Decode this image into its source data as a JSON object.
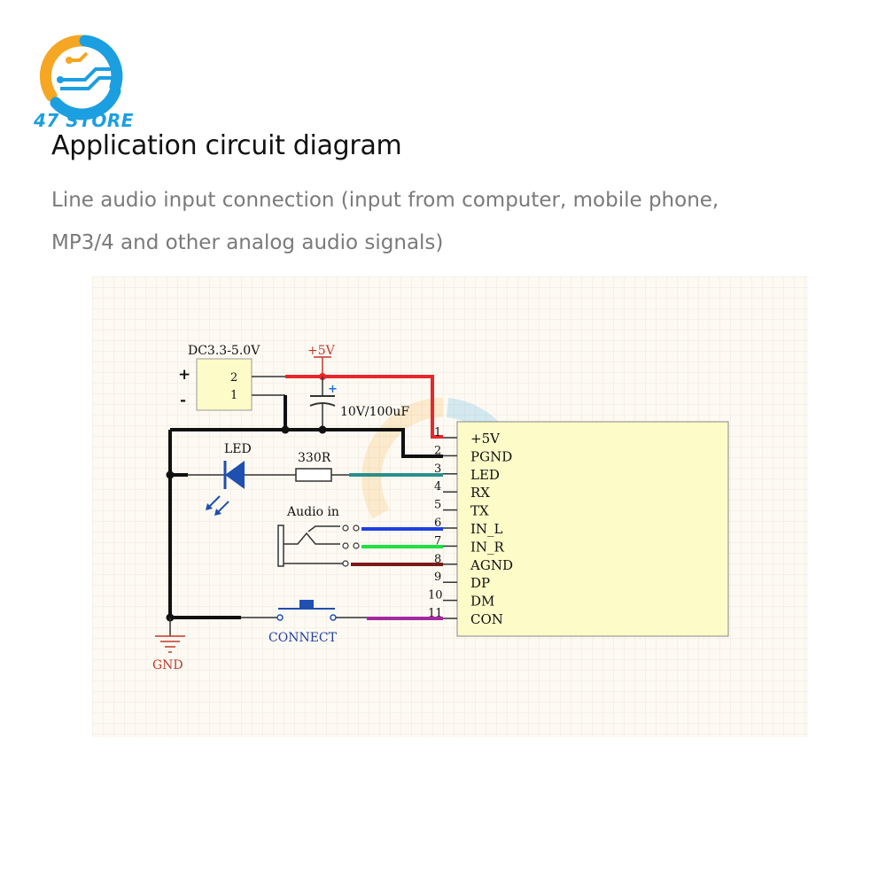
{
  "brand": {
    "name": "47 STORE"
  },
  "header": {
    "title": "Application circuit diagram",
    "subtitle": "Line audio input connection (input from computer, mobile phone, MP3/4 and other analog audio signals)"
  },
  "schematic": {
    "power_connector": {
      "label": "DC3.3-5.0V",
      "pins": [
        "2",
        "1"
      ],
      "polarity": [
        "+",
        "-"
      ]
    },
    "supply_label": "+5V",
    "capacitor": {
      "label": "10V/100uF",
      "polarity": "+"
    },
    "led": {
      "label": "LED"
    },
    "resistor": {
      "label": "330R"
    },
    "audio_jack": {
      "label": "Audio in"
    },
    "switch": {
      "label": "CONNECT"
    },
    "ground": {
      "label": "GND"
    },
    "module_pins": [
      {
        "num": "1",
        "name": "+5V"
      },
      {
        "num": "2",
        "name": "PGND"
      },
      {
        "num": "3",
        "name": "LED"
      },
      {
        "num": "4",
        "name": "RX"
      },
      {
        "num": "5",
        "name": "TX"
      },
      {
        "num": "6",
        "name": "IN_L"
      },
      {
        "num": "7",
        "name": "IN_R"
      },
      {
        "num": "8",
        "name": "AGND"
      },
      {
        "num": "9",
        "name": "DP"
      },
      {
        "num": "10",
        "name": "DM"
      },
      {
        "num": "11",
        "name": "CON"
      }
    ],
    "colors": {
      "vcc_wire": "#e8262b",
      "gnd_wire": "#111111",
      "led_wire": "#2a8f8a",
      "in_l_wire": "#1f3fe0",
      "in_r_wire": "#1ee040",
      "agnd_wire": "#7a1a1a",
      "con_wire": "#a52aa0",
      "module_fill": "#fdfbc8",
      "grid_bg": "#fdfaf3",
      "brand_blue": "#1b9fe0",
      "brand_orange": "#f5a623"
    }
  }
}
